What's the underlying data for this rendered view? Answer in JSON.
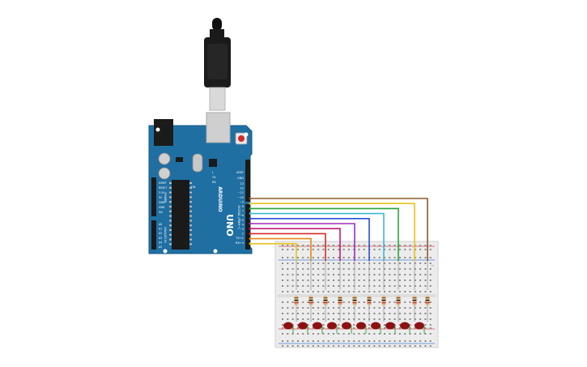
{
  "board": {
    "brand": "ARDUINO",
    "model": "UNO",
    "aref": "AREF",
    "gnd_top": "GND",
    "pins_digital": [
      "13",
      "12",
      "~11",
      "~10",
      "~9",
      "8",
      "7",
      "~6",
      "~5",
      "4",
      "~3",
      "2",
      "TX→1",
      "RX←0"
    ],
    "digital_label": "DIGITAL (PWM~)",
    "power_label": "POWER",
    "power_pins": [
      "IOREF",
      "RESET",
      "3.3V",
      "5V",
      "GND",
      "GND",
      "Vin"
    ],
    "analog_label": "ANALOG IN",
    "analog_pins": [
      "A0",
      "A1",
      "A2",
      "A3",
      "A4",
      "A5"
    ],
    "l_led": "L",
    "tx_led": "TX",
    "rx_led": "RX",
    "on_led": "ON"
  },
  "breadboard": {
    "columns_left": "1",
    "columns_right": "30"
  },
  "colors": {
    "board": "#1f6fa3",
    "wires": [
      "#8a5a2b",
      "#e8c41a",
      "#29a33a",
      "#3cb8d6",
      "#2a4fd6",
      "#9a2fb8",
      "#c7197a",
      "#d42a2a",
      "#e3871c",
      "#e8c41a"
    ],
    "led": "#8e1010",
    "resistor": "#d9b98a"
  }
}
